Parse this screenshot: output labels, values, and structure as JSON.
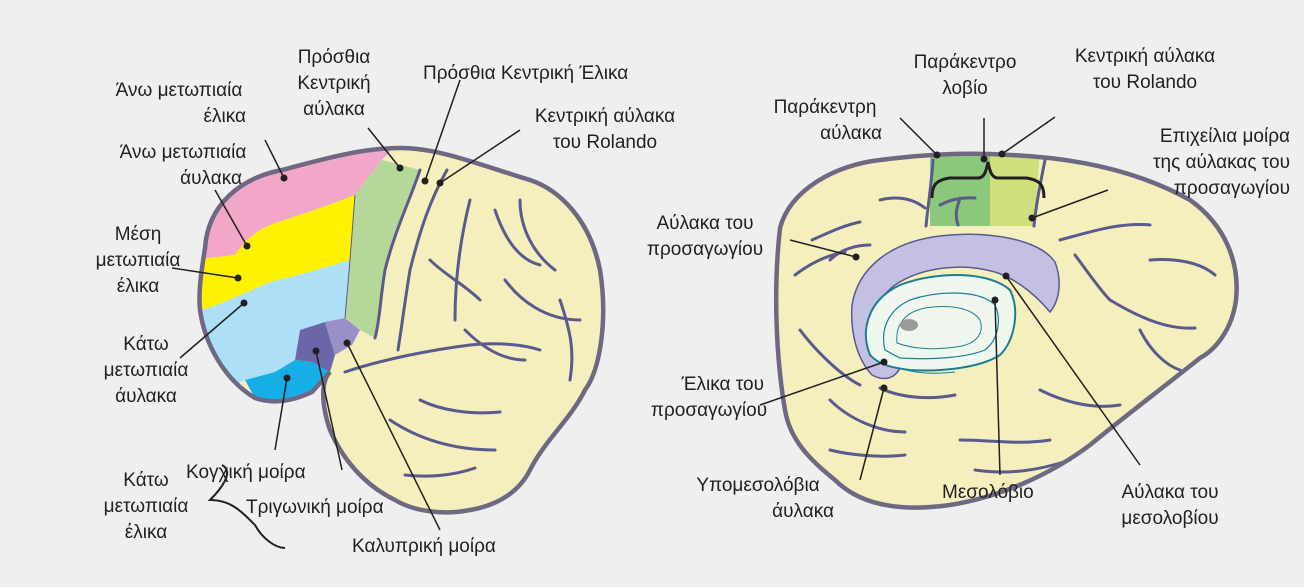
{
  "colors": {
    "background": "#efefef",
    "brain_fill": "#f5efbe",
    "brain_outline": "#6e6882",
    "sulci": "#5a5a8c",
    "superior_frontal_gyrus": "#f2a6c8",
    "middle_frontal_gyrus": "#fff200",
    "inferior_frontal_gyrus": "#ade0f7",
    "pars_orbitalis": "#15aee6",
    "pars_triangularis": "#6a66a8",
    "pars_opercularis": "#9a90c8",
    "precentral_gyrus": "#b6d79a",
    "paracentral_lobule": "#8cc87c",
    "postcentral_part": "#cfe07a",
    "cingulate_gyrus": "#c3c0e3",
    "corpus_callosum_outline": "#1a7f94"
  },
  "left_view": {
    "labels": {
      "superior_frontal_gyrus": [
        "Άνω μετωπιαία",
        "έλικα"
      ],
      "superior_frontal_sulcus": [
        "Άνω μετωπιαία",
        "άυλακα"
      ],
      "middle_frontal_gyrus": [
        "Μέση",
        "μετωπιαία",
        "έλικα"
      ],
      "inferior_frontal_sulcus": [
        "Κάτω",
        "μετωπιαία",
        "άυλακα"
      ],
      "inferior_frontal_gyrus": [
        "Κάτω",
        "μετωπιαία",
        "έλικα"
      ],
      "precentral_sulcus": [
        "Πρόσθια",
        "Κεντρική",
        "αύλακα"
      ],
      "precentral_gyrus": "Πρόσθια Κεντρική Έλικα",
      "central_sulcus": [
        "Κεντρική αύλακα",
        "του Rolando"
      ],
      "pars_orbitalis": "Κογχική μοίρα",
      "pars_triangularis": "Τριγωνική μοίρα",
      "pars_opercularis": "Καλυπρική μοίρα"
    }
  },
  "right_view": {
    "labels": {
      "paracentral_lobule": [
        "Παράκεντρο",
        "λοβίο"
      ],
      "central_sulcus": [
        "Κεντρική αύλακα",
        "του Rolando"
      ],
      "paracentral_sulcus": [
        "Παράκεντρη",
        "αύλακα"
      ],
      "cingulate_sulcus_marginal": [
        "Επιχείλια μοίρα",
        "της αύλακας του",
        "προσαγωγίου"
      ],
      "cingulate_sulcus": [
        "Αύλακα του",
        "προσαγωγίου"
      ],
      "cingulate_gyrus": [
        "Έλικα του",
        "προσαγωγίου"
      ],
      "subparietal_sulcus": [
        "Υπομεσολόβια",
        "άυλακα"
      ],
      "corpus_callosum": "Μεσολόβιο",
      "callosal_sulcus": [
        "Αύλακα του",
        "μεσολοβίου"
      ]
    }
  }
}
